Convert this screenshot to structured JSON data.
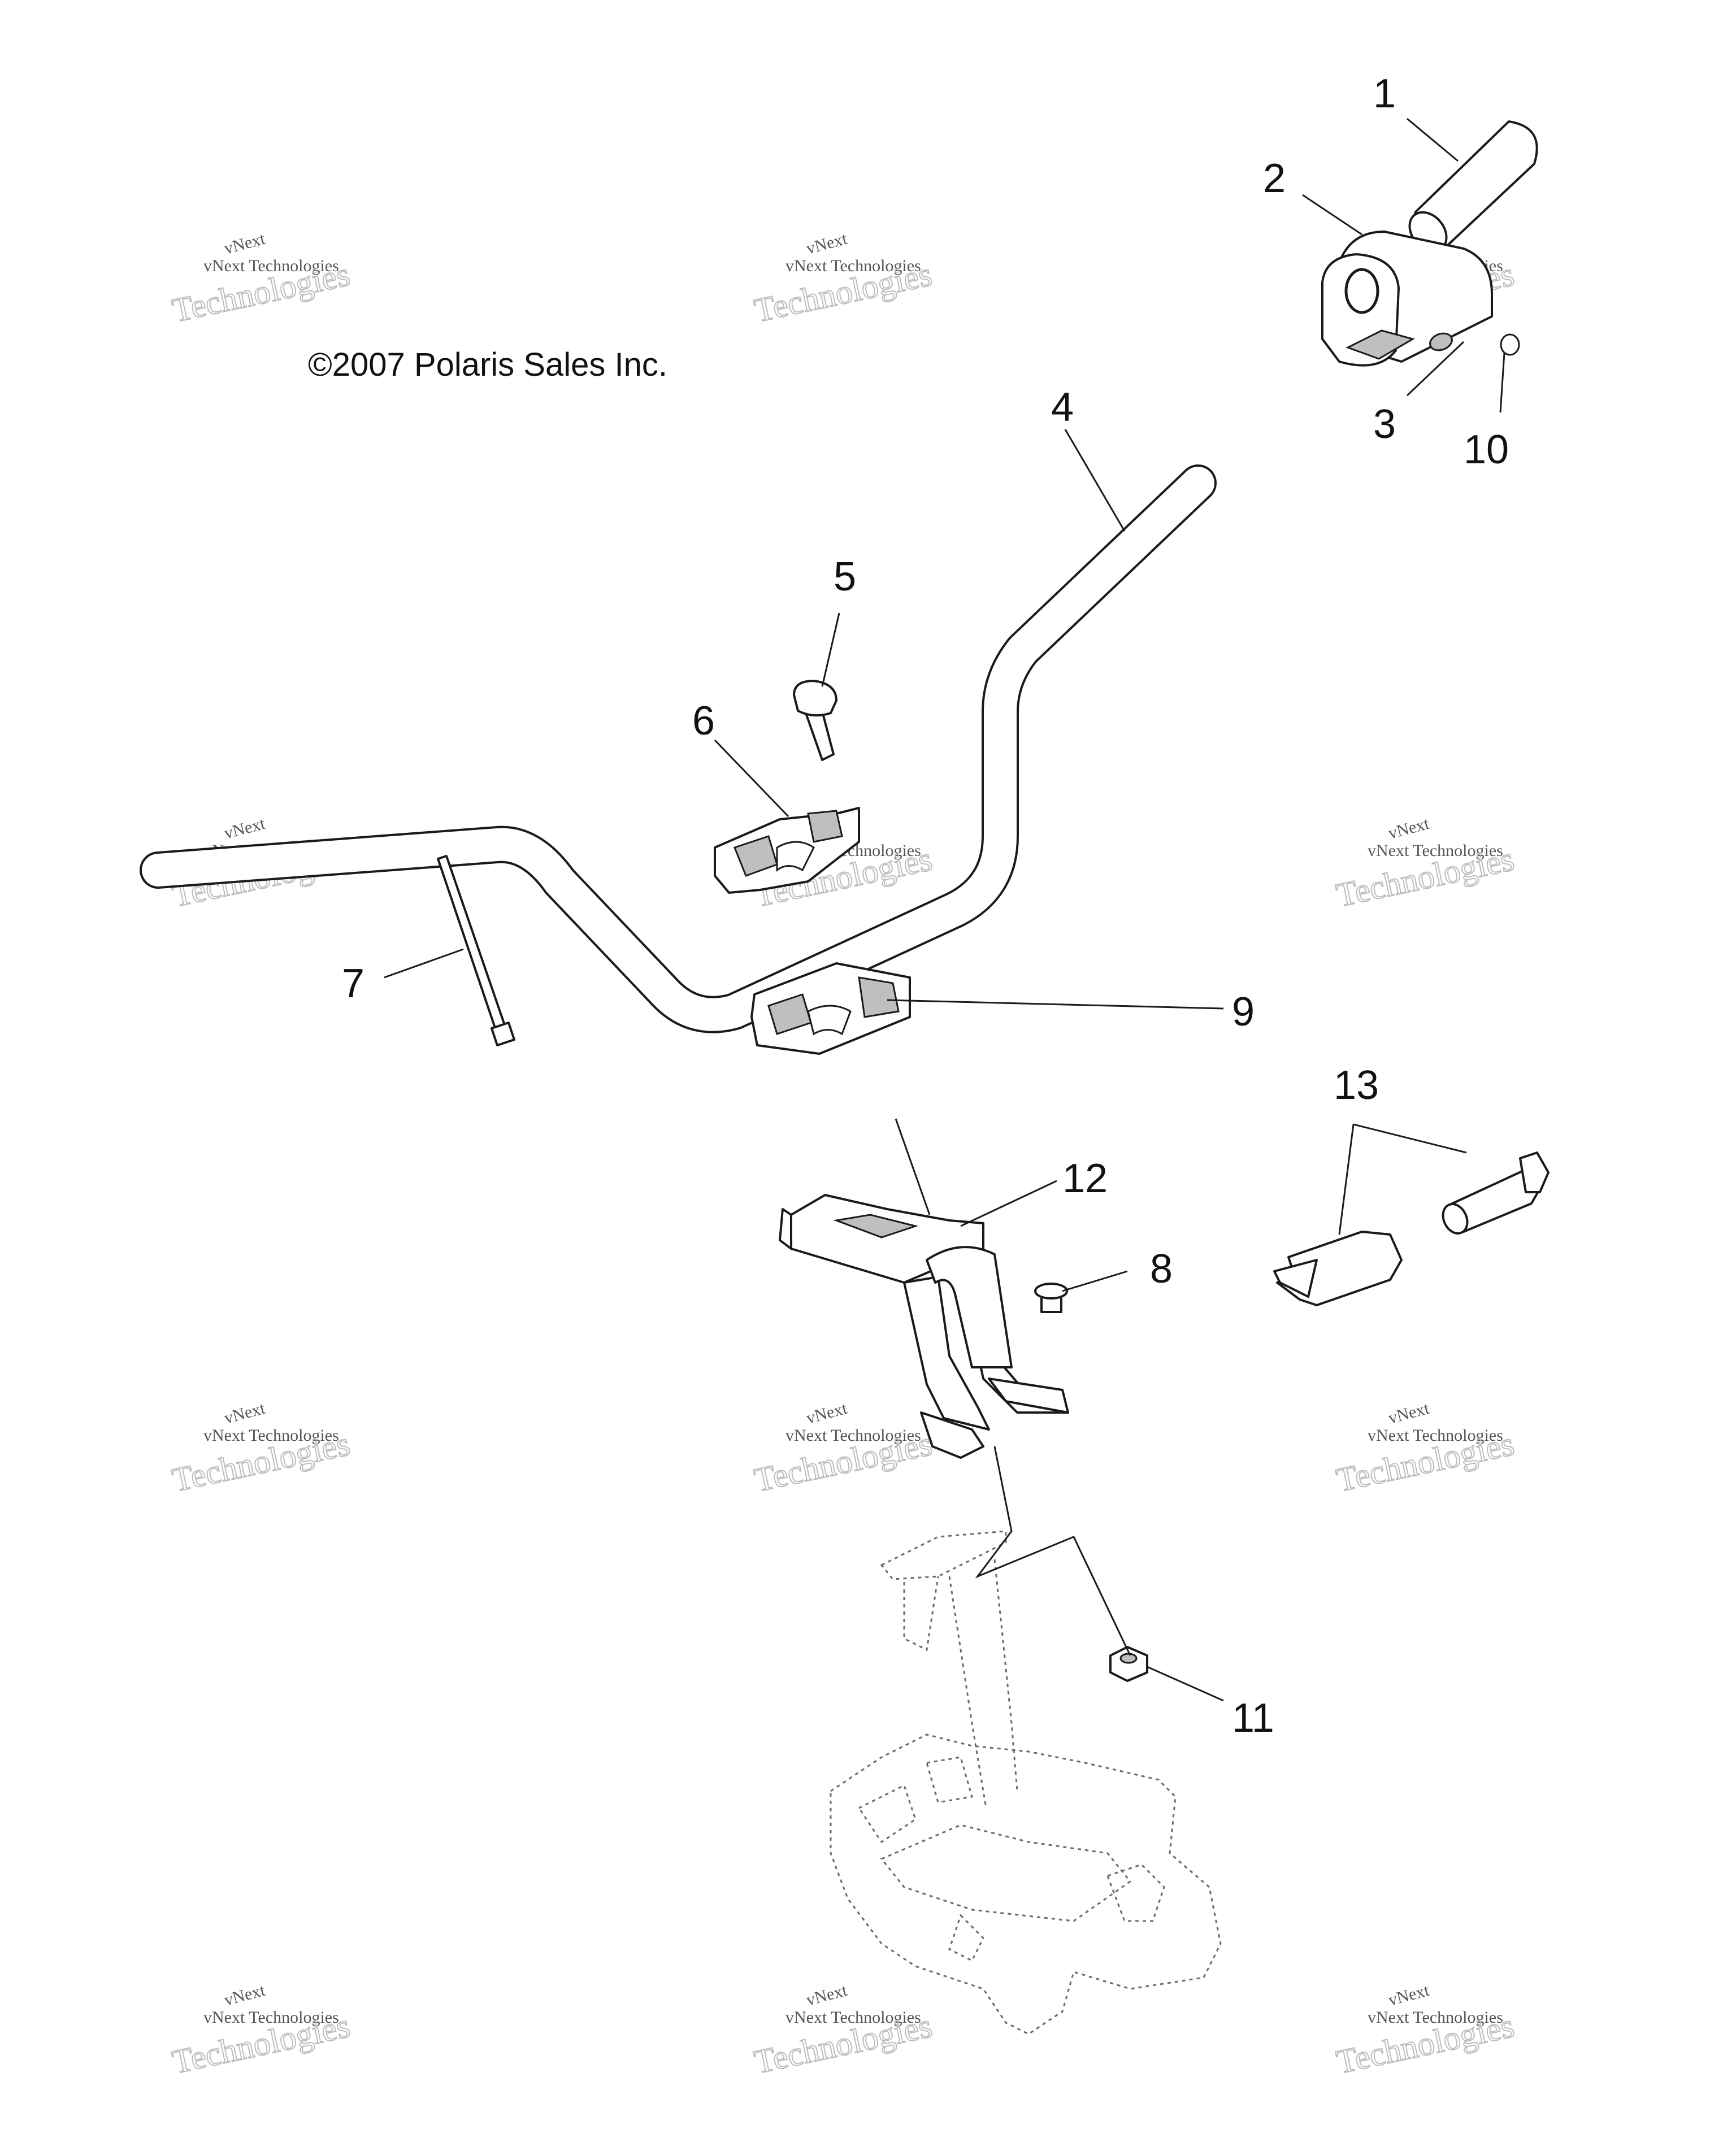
{
  "copyright": "©2007 Polaris Sales Inc.",
  "callouts": [
    "1",
    "2",
    "3",
    "4",
    "5",
    "6",
    "7",
    "8",
    "9",
    "10",
    "11",
    "12",
    "13"
  ],
  "watermark": {
    "line1": "vNext",
    "line2": "vNext Technologies",
    "big": "Technologies"
  }
}
